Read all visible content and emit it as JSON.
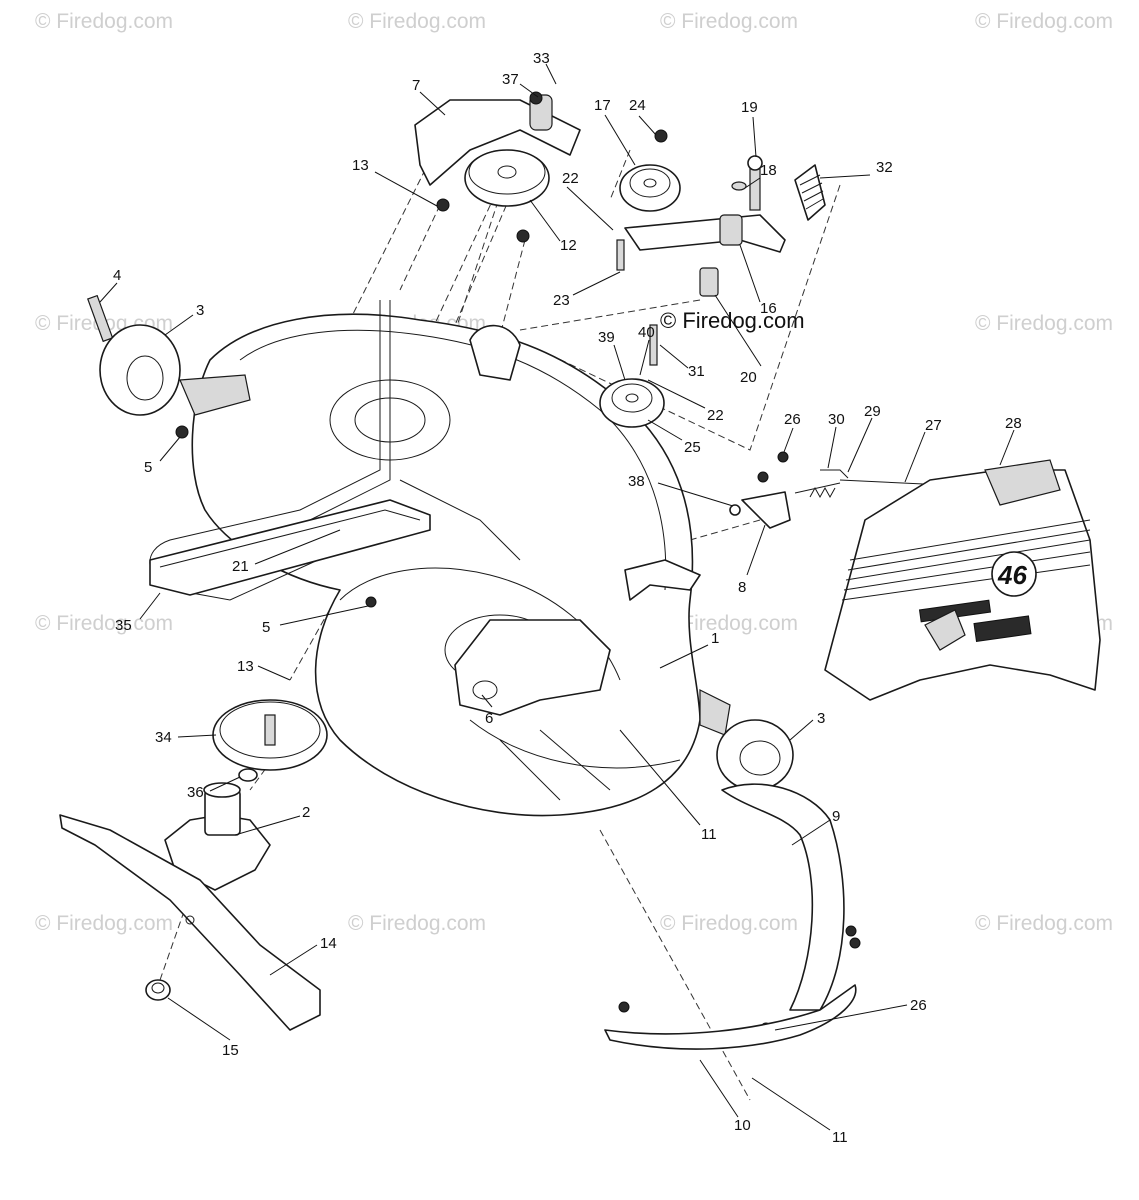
{
  "watermark": "© Firedog.com",
  "brand_watermark": "© Firedog.com",
  "deck_size_label": "46",
  "callouts": [
    "33",
    "37",
    "7",
    "17",
    "24",
    "19",
    "18",
    "32",
    "13",
    "22",
    "12",
    "4",
    "3",
    "23",
    "16",
    "39",
    "40",
    "31",
    "20",
    "22",
    "5",
    "26",
    "30",
    "29",
    "27",
    "28",
    "25",
    "38",
    "21",
    "8",
    "35",
    "5",
    "1",
    "13",
    "6",
    "3",
    "34",
    "36",
    "2",
    "11",
    "9",
    "14",
    "15",
    "26",
    "10",
    "11"
  ]
}
